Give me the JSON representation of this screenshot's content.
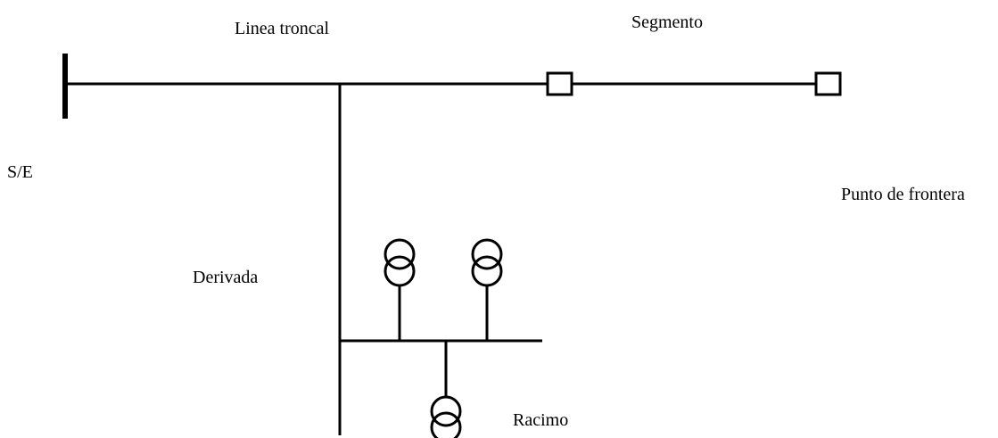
{
  "labels": {
    "trunk_line": "Linea troncal",
    "segment": "Segmento",
    "substation": "S/E",
    "border_point": "Punto de frontera",
    "branch": "Derivada",
    "cluster": "Racimo"
  },
  "colors": {
    "line": "#000000",
    "background": "#ffffff"
  }
}
